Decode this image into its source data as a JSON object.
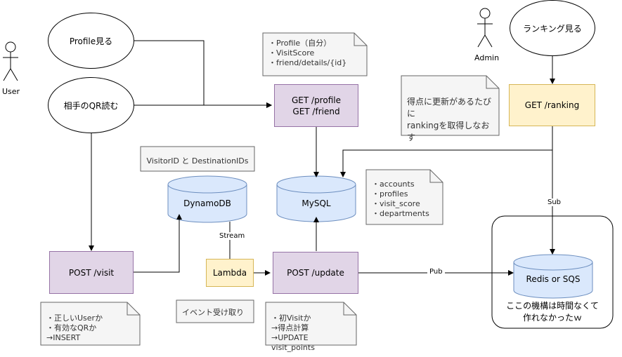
{
  "actors": {
    "user": "User",
    "admin": "Admin"
  },
  "ellipses": {
    "profile_view": "Profile見る",
    "read_qr": "相手のQR読む",
    "ranking_view": "ランキング見る"
  },
  "endpoints": {
    "get_profile": "GET /profile\nGET /friend",
    "get_ranking": "GET /ranking",
    "post_visit": "POST /visit",
    "post_update": "POST /update",
    "lambda": "Lambda"
  },
  "databases": {
    "dynamodb": "DynamoDB",
    "mysql": "MySQL",
    "redis": "Redis or SQS"
  },
  "notes": {
    "profile_fields": "・Profile（自分）\n・VisitScore\n・friend/details/{id}",
    "ranking_refetch": "得点に更新があるたびに\nrankingを取得しなおす",
    "visitor_ids": "VisitorID と DestinationIDs",
    "tables": "・accounts\n・profiles\n・visit_score\n・departments",
    "visit_checks": "・正しいUserか\n・有効なQRか\n→INSERT",
    "event_receive": "イベント受け取り",
    "update_steps": "・初Visitか\n→得点計算\n→UPDATE visit_points"
  },
  "labels": {
    "stream": "Stream",
    "pub": "Pub",
    "sub": "Sub",
    "group_note": "ここの機構は時間なくて\n作れなかったｗ"
  }
}
